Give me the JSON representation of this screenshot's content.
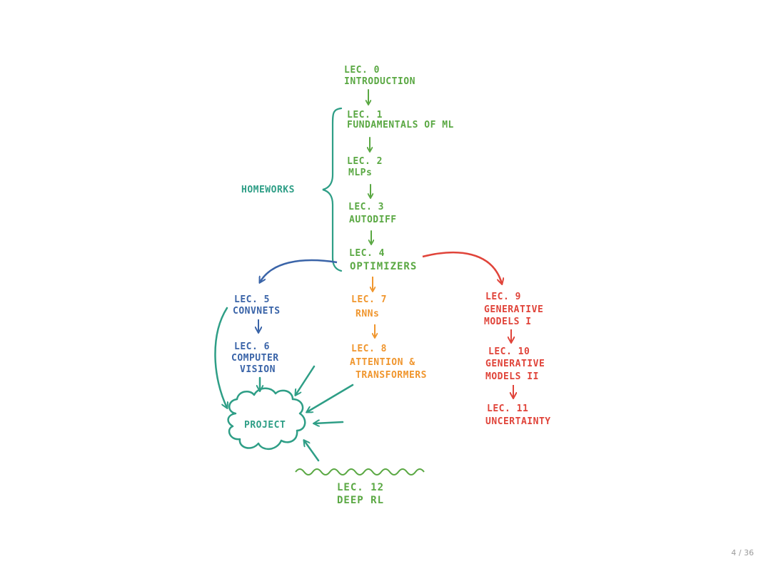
{
  "colors": {
    "green": "#5aa843",
    "teal": "#2e9e86",
    "blue": "#3a64a8",
    "orange": "#f0962e",
    "red": "#e0443a"
  },
  "nodes": {
    "lec0": {
      "line1": "LEC. 0",
      "line2": "INTRODUCTION"
    },
    "lec1": {
      "line1": "LEC. 1",
      "line2": "FUNDAMENTALS  OF  ML"
    },
    "lec2": {
      "line1": "LEC. 2",
      "line2": "MLPs"
    },
    "lec3": {
      "line1": "LEC. 3",
      "line2": "AUTODIFF"
    },
    "lec4": {
      "line1": "LEC. 4",
      "line2": "OPTIMIZERS"
    },
    "lec5": {
      "line1": "LEC. 5",
      "line2": "CONVNETS"
    },
    "lec6": {
      "line1": "LEC. 6",
      "line2": "COMPUTER",
      "line3": "VISION"
    },
    "lec7": {
      "line1": "LEC. 7",
      "line2": "RNNs"
    },
    "lec8": {
      "line1": "LEC. 8",
      "line2": "ATTENTION &",
      "line3": "TRANSFORMERS"
    },
    "lec9": {
      "line1": "LEC. 9",
      "line2": "GENERATIVE",
      "line3": "MODELS I"
    },
    "lec10": {
      "line1": "LEC. 10",
      "line2": "GENERATIVE",
      "line3": "MODELS II"
    },
    "lec11": {
      "line1": "LEC. 11",
      "line2": "UNCERTAINTY"
    },
    "lec12": {
      "line1": "LEC. 12",
      "line2": "DEEP  RL"
    }
  },
  "homeworks_label": "HOMEWORKS",
  "project_label": "PROJECT",
  "page": "4 / 36"
}
